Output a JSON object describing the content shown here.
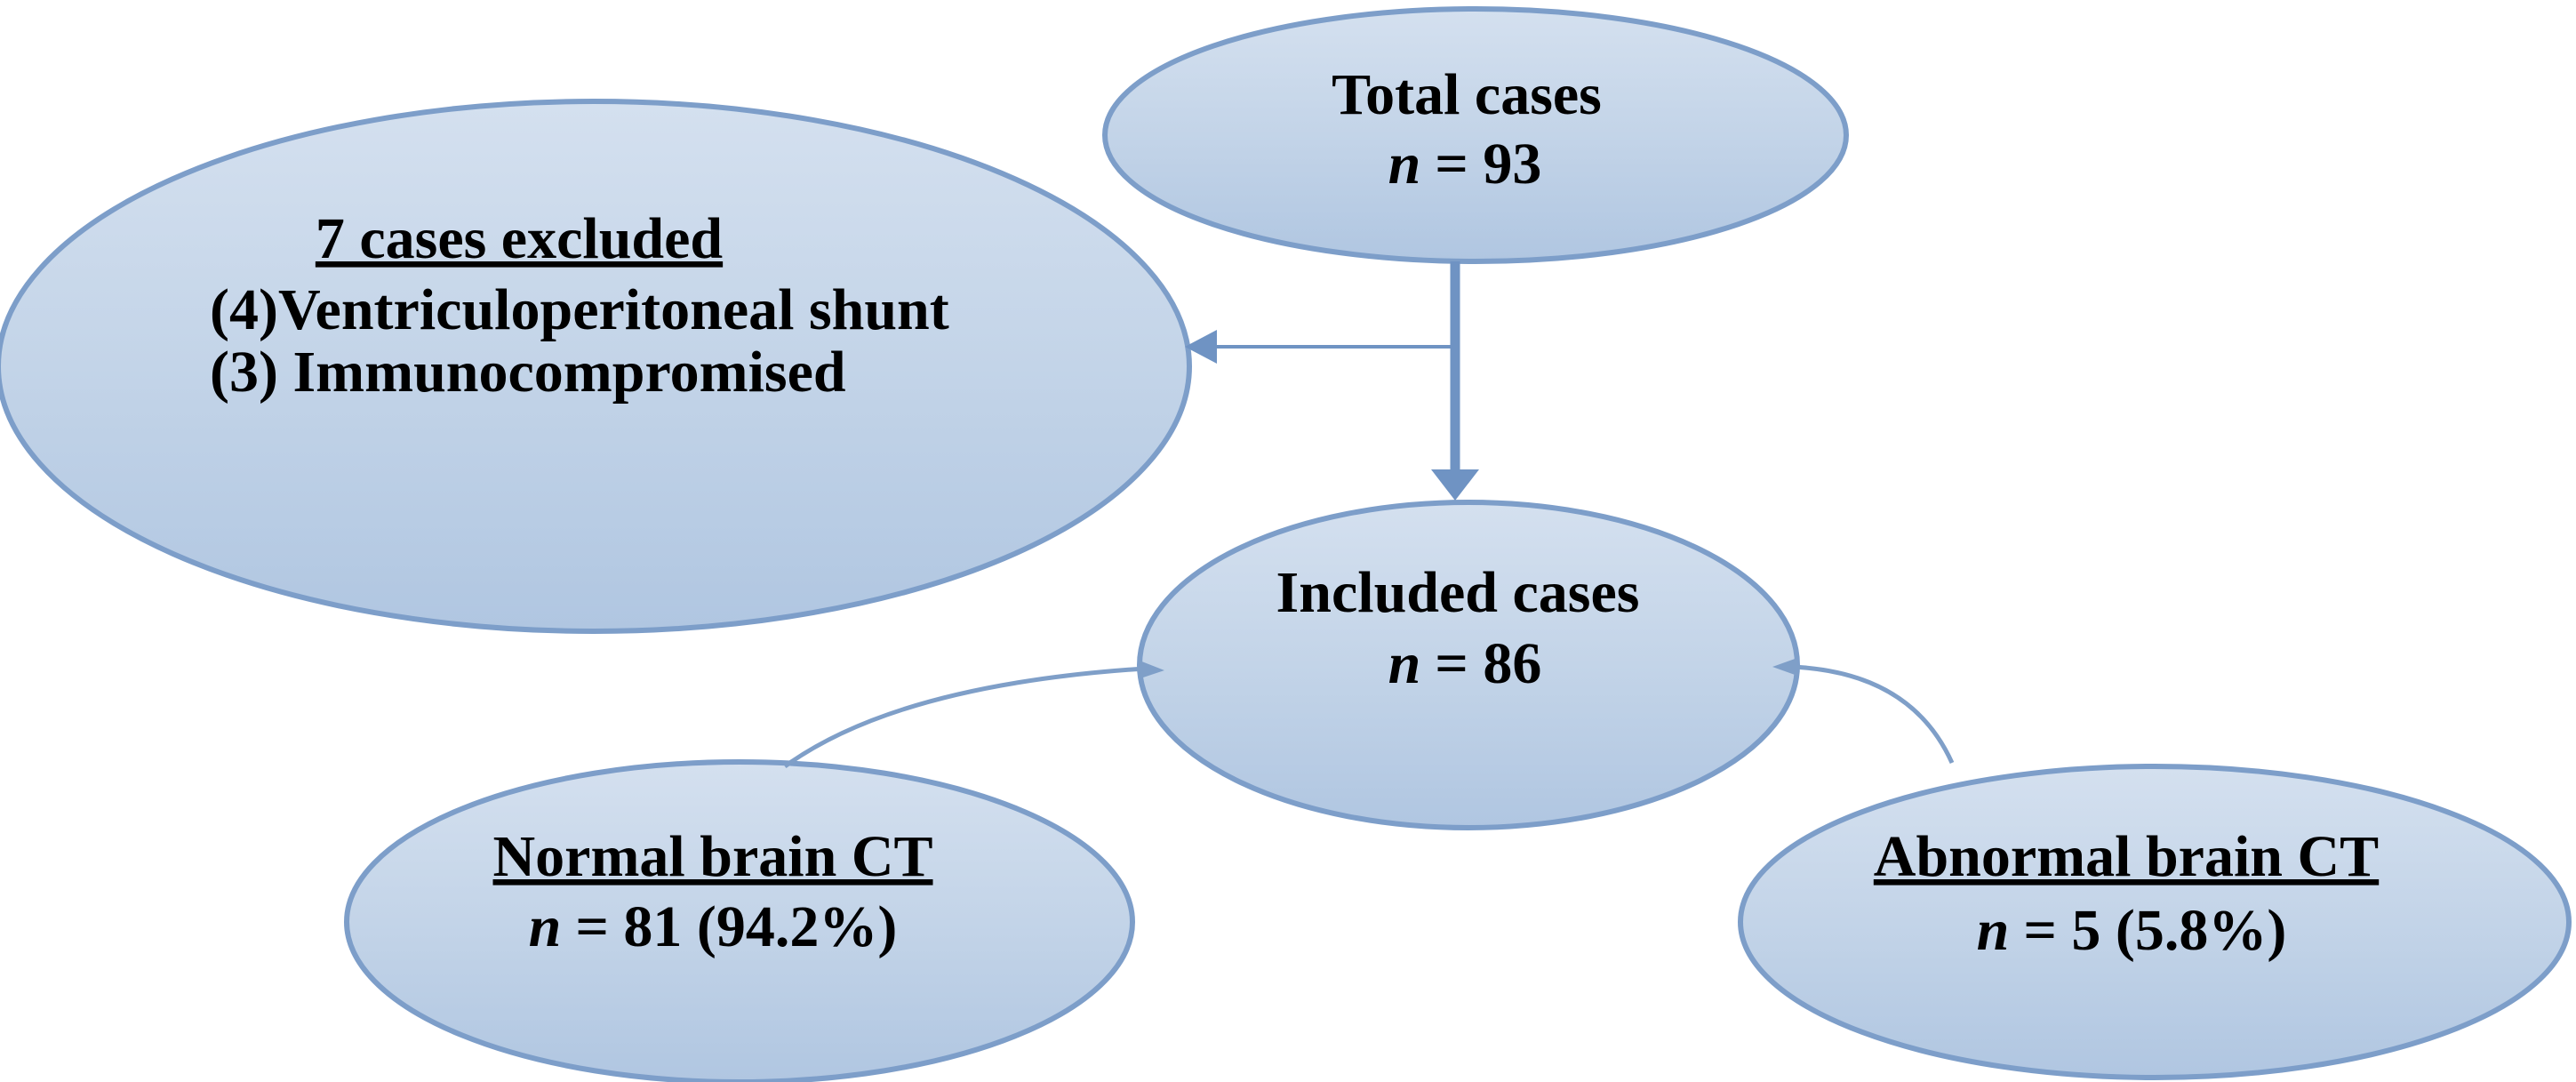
{
  "figure": {
    "type": "flow-diagram",
    "description": "Study flow diagram of cases and brain CT results"
  },
  "colors": {
    "fill-top": "#d4e0ef",
    "fill-mid": "#c3d4e8",
    "fill-bottom": "#b0c6e1",
    "node-border": "#7d9ec9",
    "arrow": "#6f93c3",
    "connector": "#7f9fc8",
    "text": "#000000",
    "background": "#ffffff"
  },
  "nodes": {
    "total": {
      "title": "Total cases",
      "n_label": "n",
      "count": "= 93"
    },
    "excluded": {
      "title": "7 cases excluded",
      "reason1": "(4)Ventriculoperitoneal shunt",
      "reason2": "(3) Immunocompromised"
    },
    "included": {
      "title": "Included cases",
      "n_label": "n",
      "count": "= 86"
    },
    "normal": {
      "title": "Normal brain CT",
      "n_label": "n",
      "count": "= 81 (94.2%)"
    },
    "abnormal": {
      "title": "Abnormal brain CT",
      "n_label": "n",
      "count": "= 5 (5.8%)"
    }
  }
}
